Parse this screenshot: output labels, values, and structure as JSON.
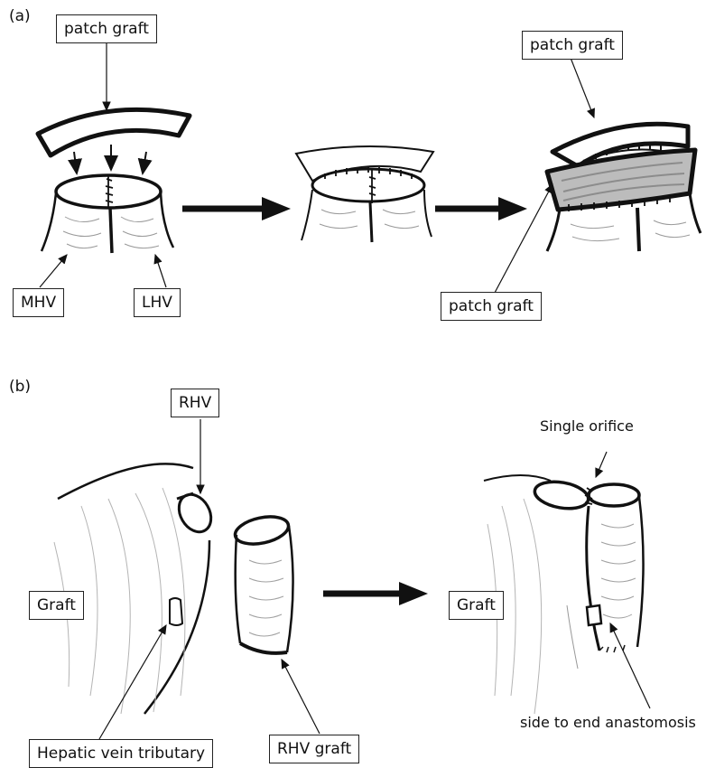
{
  "panels": {
    "a": {
      "tag": "(a)",
      "labels": {
        "patch_top": "patch graft",
        "patch_right_top": "patch graft",
        "patch_right_bottom": "patch graft",
        "mhv": "MHV",
        "lhv": "LHV"
      }
    },
    "b": {
      "tag": "(b)",
      "labels": {
        "rhv": "RHV",
        "graft_left": "Graft",
        "graft_right": "Graft",
        "hepatic_tributary": "Hepatic vein tributary",
        "rhv_graft": "RHV graft",
        "single_orifice": "Single orifice",
        "side_to_end": "side to end anastomosis"
      }
    }
  },
  "colors": {
    "ink": "#111111",
    "sketch": "#9a9a9a",
    "shade": "#8c8c8c"
  }
}
